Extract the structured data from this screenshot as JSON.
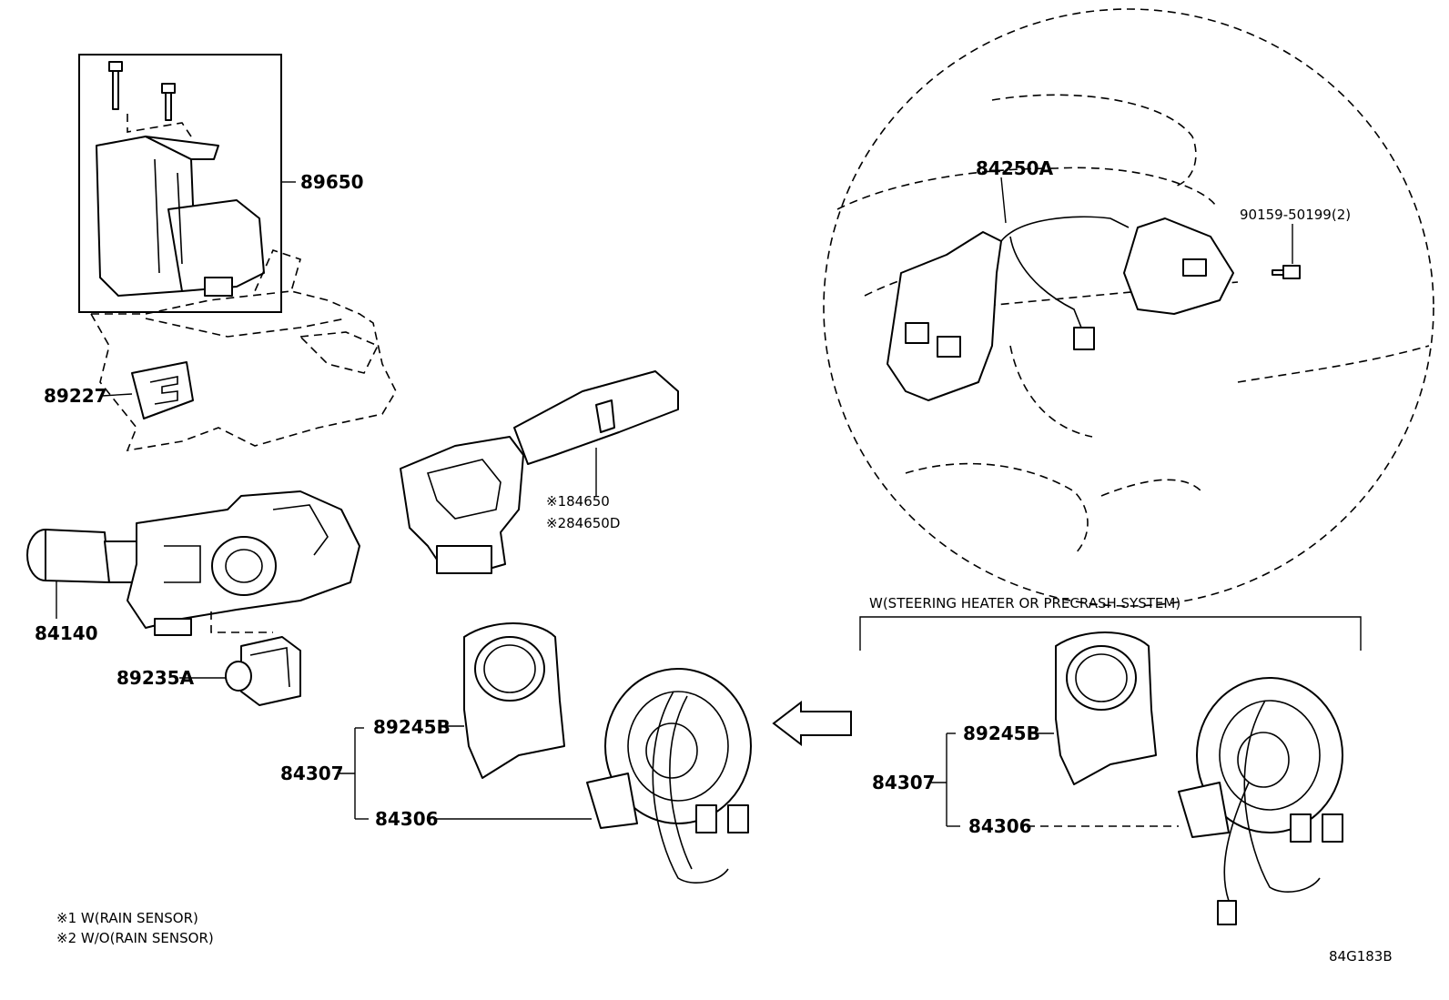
{
  "diagram_code": "84G183B",
  "labels": {
    "p89650": "89650",
    "p89227": "89227",
    "p84140": "84140",
    "p89235A": "89235A",
    "p84650": "※184650",
    "p84650D": "※284650D",
    "p84250A": "84250A",
    "p90159": "90159-50199(2)",
    "p89245B_left": "89245B",
    "p84307_left": "84307",
    "p84306_left": "84306",
    "p89245B_right": "89245B",
    "p84307_right": "84307",
    "p84306_right": "84306"
  },
  "variant_header": "W(STEERING HEATER OR PRECRASH SYSTEM)",
  "footnotes": {
    "note1": "※1 W(RAIN SENSOR)",
    "note2": "※2 W/O(RAIN SENSOR)"
  }
}
